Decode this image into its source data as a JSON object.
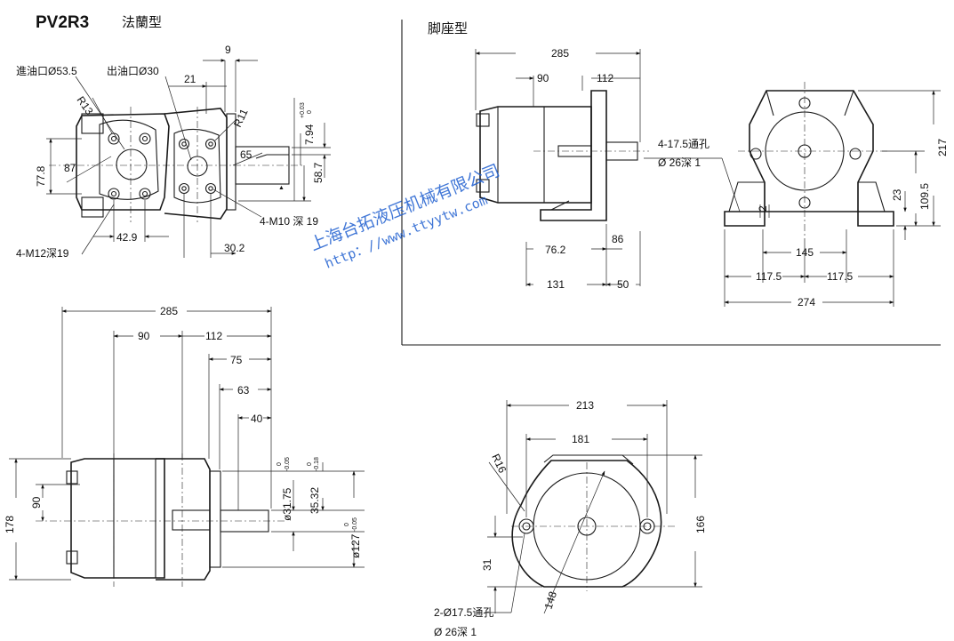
{
  "title": "PV2R3",
  "title_suffix": "法蘭型",
  "foot_mount_label": "脚座型",
  "watermark": {
    "company": "上海台拓液压机械有限公司",
    "url": "http：//www.ttyytw.com"
  },
  "flange_top": {
    "inlet": "進油口Ø53.5",
    "outlet": "出油口Ø30",
    "r13": "R13",
    "r11": "R11",
    "d9": "9",
    "d21": "21",
    "tol_794": "7.94",
    "tol_794_up": "+0.03",
    "tol_794_lo": "0",
    "d65": "65",
    "d77_8": "77.8",
    "d87": "87",
    "d58_7": "58.7",
    "d42_9": "42.9",
    "d30_2": "30.2",
    "m12": "4-M12深19",
    "m10": "4-M10 深 19"
  },
  "foot_side": {
    "d285": "285",
    "d90": "90",
    "d112": "112",
    "d76_2": "76.2",
    "d86": "86",
    "d131": "131",
    "d50": "50",
    "hole": "4-17.5通孔",
    "hole_depth": "Ø 26深 1"
  },
  "foot_front": {
    "d217": "217",
    "d109_5": "109.5",
    "d23": "23",
    "d2": "2",
    "d145": "145",
    "d117_5a": "117.5",
    "d117_5b": "117.5",
    "d274": "274"
  },
  "flange_side": {
    "d285": "285",
    "d90": "90",
    "d112": "112",
    "d75": "75",
    "d63": "63",
    "d40": "40",
    "d178": "178",
    "d90v": "90",
    "dia31_75": "ø31.75",
    "dia31_75_tol_up": "0",
    "dia31_75_tol_lo": "-0.05",
    "d35_32": "35.32",
    "d35_32_tol_up": "0",
    "d35_32_tol_lo": "-0.18",
    "dia127": "ø127",
    "dia127_tol_up": "0",
    "dia127_tol_lo": "-0.05"
  },
  "flange_front": {
    "d213": "213",
    "d181": "181",
    "r16": "R16",
    "d166": "166",
    "d31": "31",
    "d148": "148",
    "hole": "2-Ø17.5通孔",
    "hole_depth": "Ø 26深 1"
  }
}
